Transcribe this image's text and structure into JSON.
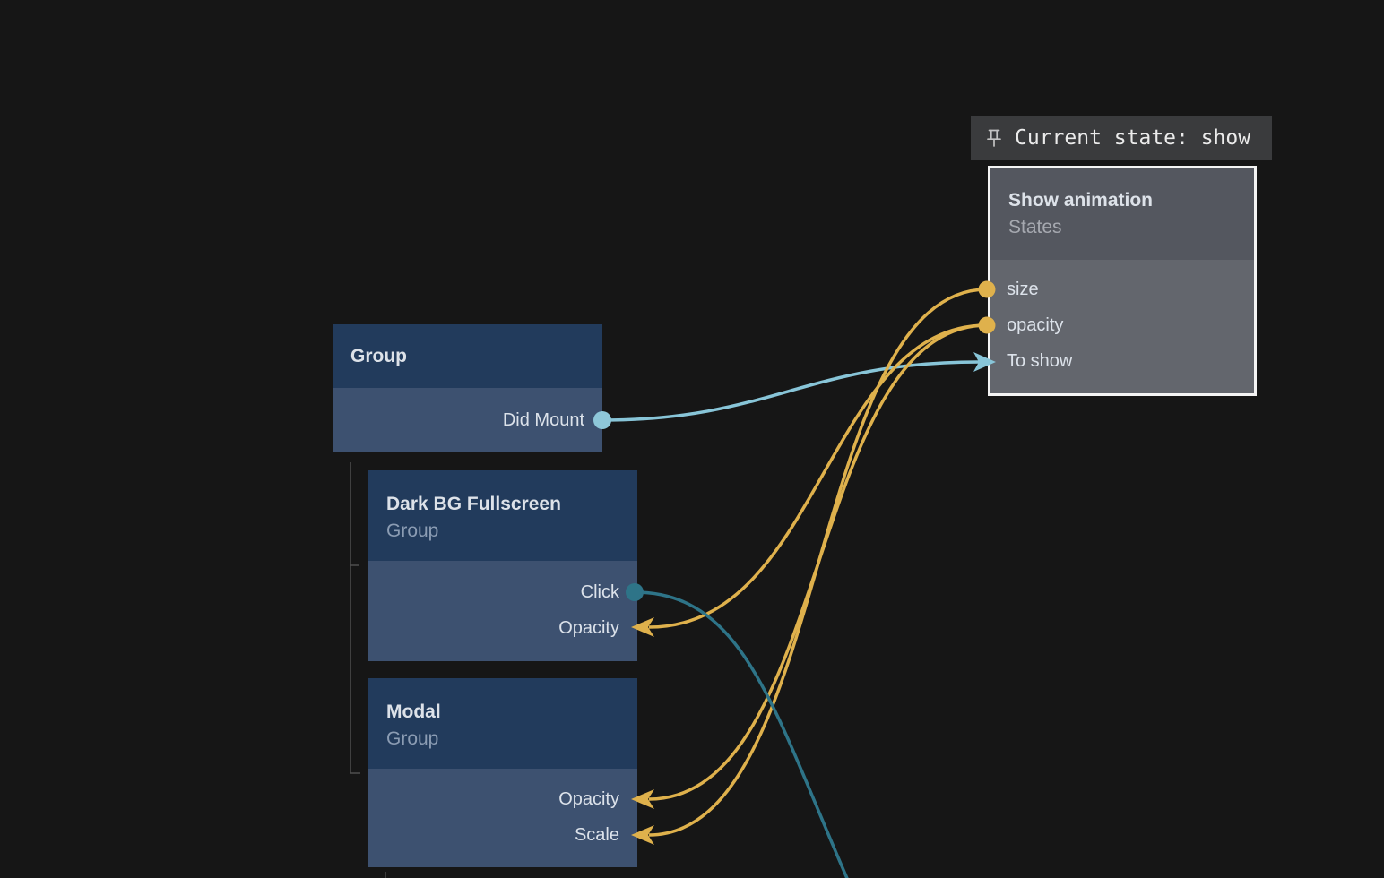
{
  "pinned_label": {
    "text": "Current state: show"
  },
  "nodes": {
    "states": {
      "title": "Show animation",
      "subtitle": "States",
      "ports": [
        {
          "label": "size"
        },
        {
          "label": "opacity"
        },
        {
          "label": "To show"
        }
      ]
    },
    "group": {
      "title": "Group",
      "ports": [
        {
          "label": "Did Mount"
        }
      ]
    },
    "dark_bg": {
      "title": "Dark BG Fullscreen",
      "subtitle": "Group",
      "ports": [
        {
          "label": "Click"
        },
        {
          "label": "Opacity"
        }
      ]
    },
    "modal": {
      "title": "Modal",
      "subtitle": "Group",
      "ports": [
        {
          "label": "Opacity"
        },
        {
          "label": "Scale"
        }
      ]
    }
  },
  "connections": [
    {
      "from": "Group.Did Mount",
      "to": "Show animation.To show",
      "color": "#88c5d8"
    },
    {
      "from": "Show animation.opacity",
      "to": "Dark BG Fullscreen.Opacity",
      "color": "#dfb14c"
    },
    {
      "from": "Show animation.opacity",
      "to": "Modal.Opacity",
      "color": "#dfb14c"
    },
    {
      "from": "Show animation.size",
      "to": "Modal.Scale",
      "color": "#dfb14c"
    },
    {
      "from": "Dark BG Fullscreen.Click",
      "to": "offscreen-bottom",
      "color": "#2e7488"
    }
  ],
  "colors": {
    "background": "#161616",
    "node_header_blue": "#223b5c",
    "node_body_blue": "#3d5170",
    "node_header_gray": "#54575f",
    "node_body_gray": "#63666d",
    "node_border_selected": "#f4f4f4",
    "edge_yellow": "#dfb14c",
    "edge_light_blue": "#88c5d8",
    "edge_teal": "#2e7488",
    "hierarchy_line": "#4f4f4f",
    "pin_label_bg": "#3a3b3d"
  }
}
